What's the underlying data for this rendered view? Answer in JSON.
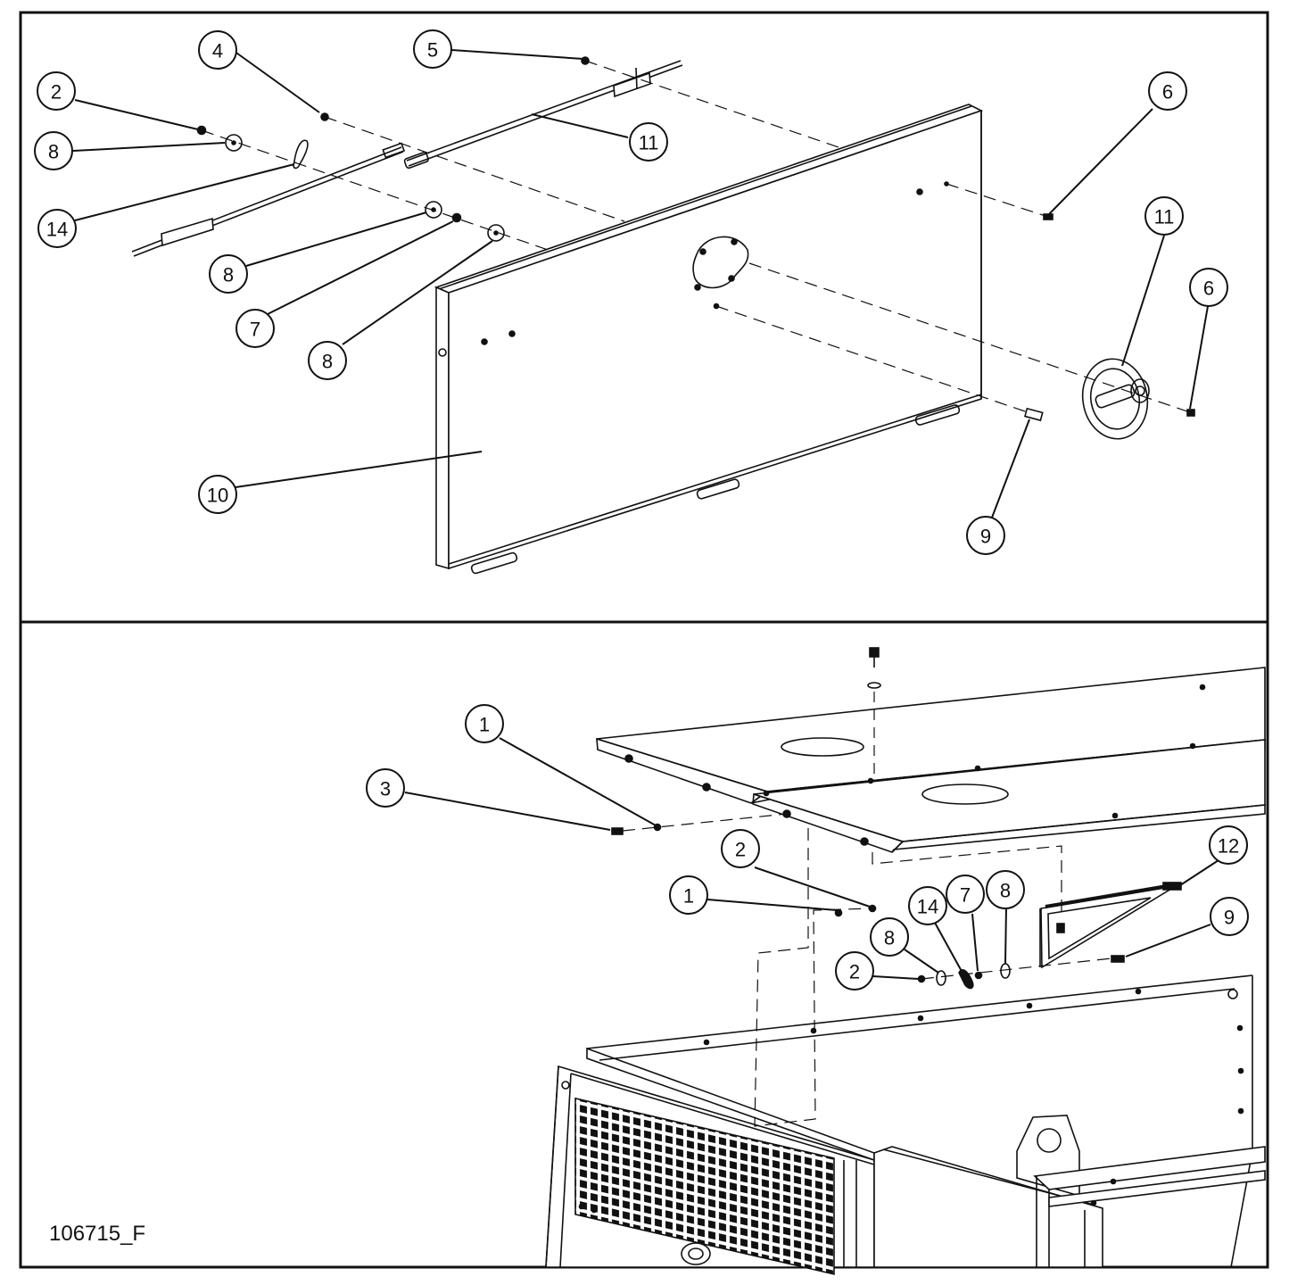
{
  "colors": {
    "ink": "#111111",
    "paper": "#ffffff",
    "panel_face": "#ffffff"
  },
  "drawing_number": "106715_F",
  "top_view": {
    "callouts": [
      "2",
      "4",
      "5",
      "8",
      "14",
      "11",
      "6",
      "8",
      "7",
      "8",
      "11",
      "6",
      "10",
      "9"
    ]
  },
  "bottom_view": {
    "callouts": [
      "1",
      "3",
      "2",
      "1",
      "14",
      "7",
      "8",
      "12",
      "8",
      "2",
      "9"
    ]
  }
}
